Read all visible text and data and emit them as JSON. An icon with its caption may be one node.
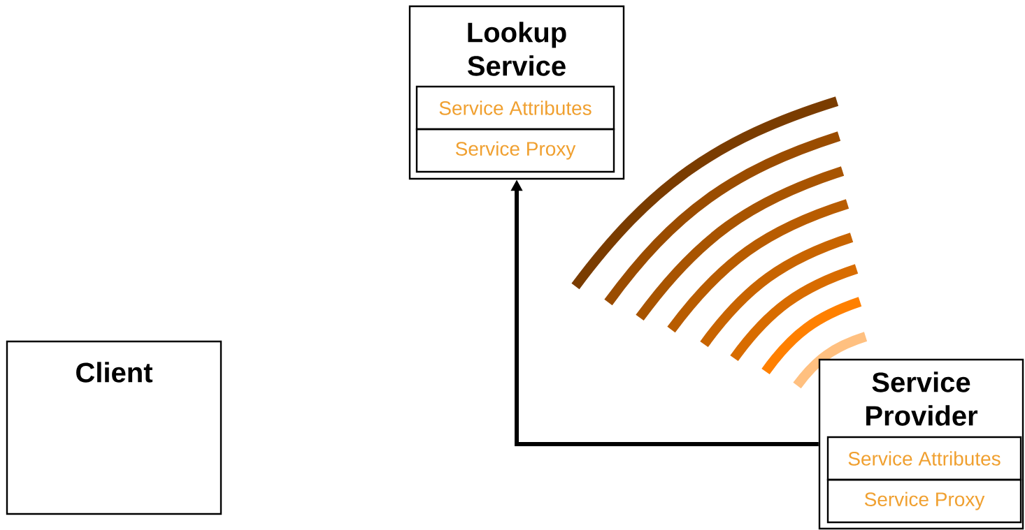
{
  "diagram": {
    "nodes": [
      {
        "text": [
          "Lookup Service"
        ]
      },
      {
        "text": [
          "Service Attributes"
        ],
        "in": 0
      },
      {
        "text": [
          "Service Proxy"
        ],
        "in": 0
      },
      {
        "text": [
          "Client"
        ]
      },
      {
        "text": [
          "Service Provider"
        ]
      },
      {
        "text": [
          "Service Attributes"
        ],
        "in": 4
      },
      {
        "text": [
          "Service Proxy"
        ],
        "in": 4
      }
    ],
    "edges": [
      {
        "from": 4,
        "to": 0,
        "arrow": "to"
      }
    ]
  }
}
